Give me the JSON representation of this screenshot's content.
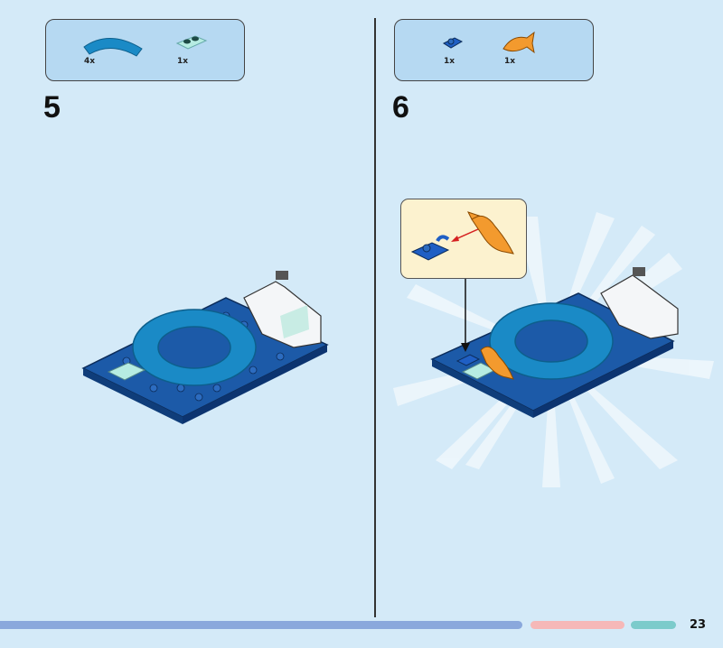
{
  "steps": [
    {
      "number": "5",
      "parts": [
        {
          "name": "curved-tile",
          "qty": "4x",
          "color": "#1a8ac6"
        },
        {
          "name": "plate-1x2-studs",
          "qty": "1x",
          "color": "#a8e2d8"
        }
      ]
    },
    {
      "number": "6",
      "parts": [
        {
          "name": "clip-plate",
          "qty": "1x",
          "color": "#1f5fc4"
        },
        {
          "name": "fish",
          "qty": "1x",
          "color": "#f39a2e"
        }
      ]
    }
  ],
  "page_number": "23",
  "colors": {
    "background": "#d4eaf8",
    "bar_blue": "#8aa8dc",
    "bar_pink": "#f6b8b8",
    "bar_teal": "#7ccbcb"
  }
}
